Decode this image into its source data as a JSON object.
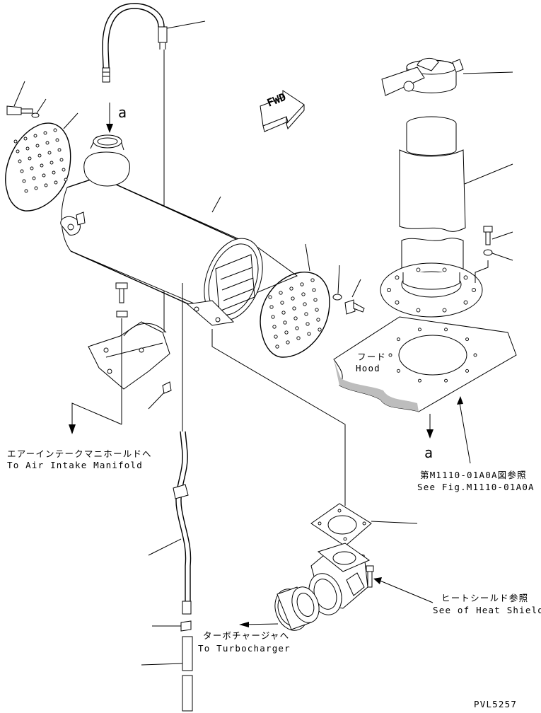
{
  "labels": {
    "marker_top": "a",
    "marker_bottom": "a",
    "fwd": "FWD",
    "hood_jp": "フード",
    "hood_en": "Hood",
    "air_intake_jp": "エアーインテークマニホールドへ",
    "air_intake_en": "To Air Intake Manifold",
    "see_fig_jp": "第M1110-01A0A図参照",
    "see_fig_en": "See Fig.M1110-01A0A",
    "heat_shield_jp": "ヒートシールド参照",
    "heat_shield_en": "See of Heat Shield",
    "turbo_jp": "ターボチャージャへ",
    "turbo_en": "To Turbocharger",
    "drawing_code": "PVL5257"
  },
  "colors": {
    "line": "#000000",
    "background": "#ffffff",
    "shade": "#bdbdbd"
  }
}
